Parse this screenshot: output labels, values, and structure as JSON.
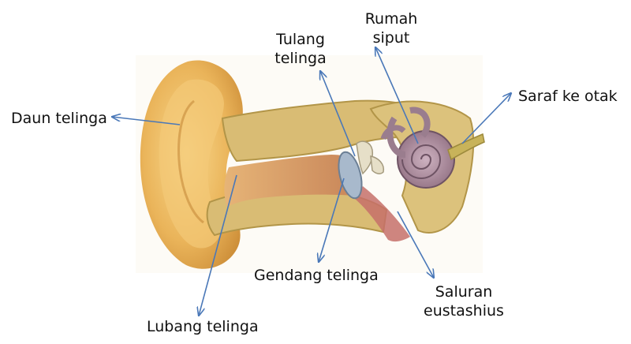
{
  "labels": {
    "daun": "Daun telinga",
    "tulang": [
      "Tulang",
      "telinga"
    ],
    "rumah": [
      "Rumah",
      "siput"
    ],
    "saraf": "Saraf ke otak",
    "gendang": "Gendang telinga",
    "saluran": [
      "Saluran",
      "eustashius"
    ],
    "lubang": "Lubang telinga"
  },
  "colors": {
    "arrow": "#4a78b8",
    "outer_ear": "#e9b25a",
    "bone": "#d8b870",
    "canal": "#d59a5e",
    "cochlea": "#a88a9a",
    "eardrum": "#9fb2c8"
  }
}
